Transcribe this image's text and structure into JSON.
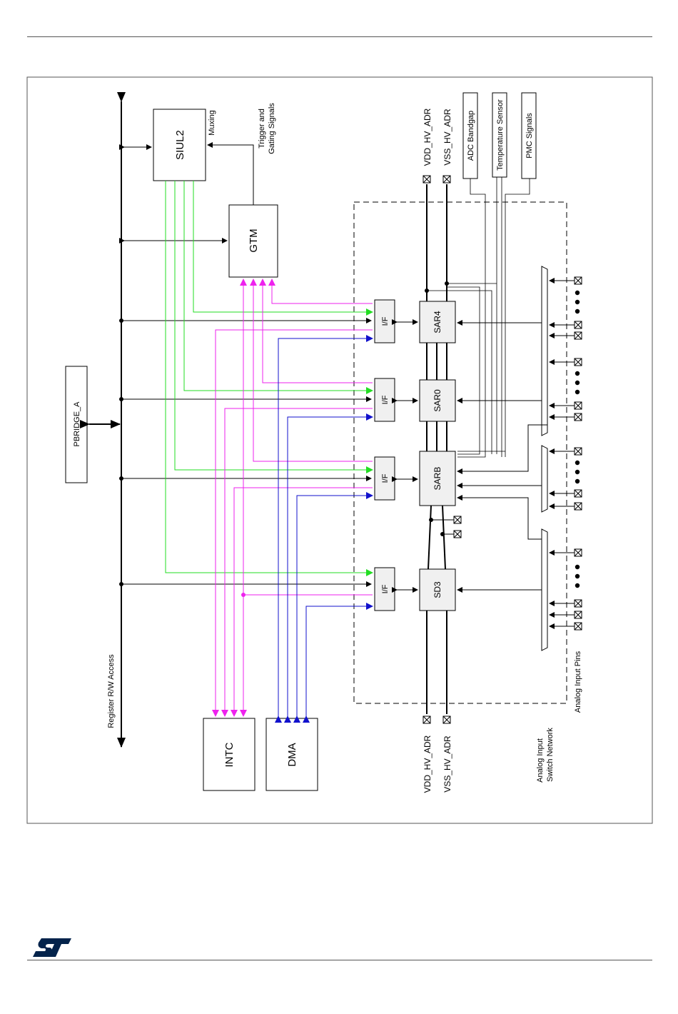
{
  "diagram": {
    "blocks": {
      "siul2": "SIUL2",
      "gtm": "GTM",
      "pbridge": "PBRIDGE_A",
      "intc": "INTC",
      "dma": "DMA",
      "sar4": "SAR4",
      "sar0": "SAR0",
      "sarb": "SARB",
      "sd3": "SD3",
      "interface": "I/F",
      "adc_bandgap": "ADC Bandgap",
      "temp_sensor": "Temperature Sensor",
      "pmc_signals": "PMC Signals"
    },
    "labels": {
      "muxing": "Muxing",
      "trigger_1": "Trigger and",
      "trigger_2": "Gating Signals",
      "register_access": "Register R/W Access",
      "vdd_top": "VDD_HV_ADR",
      "vss_top": "VSS_HV_ADR",
      "vdd_bottom": "VDD_HV_ADR",
      "vss_bottom": "VSS_HV_ADR",
      "switch_net_1": "Analog Input",
      "switch_net_2": "Switch Network",
      "analog_pins": "Analog Input Pins"
    },
    "colors": {
      "trigger": "#22dd22",
      "interrupt": "#ee22ee",
      "dma": "#1111cc",
      "bus": "#000000"
    }
  },
  "footer": {
    "logo_icon": "st-logo-icon",
    "logo_color": "#03234b"
  }
}
